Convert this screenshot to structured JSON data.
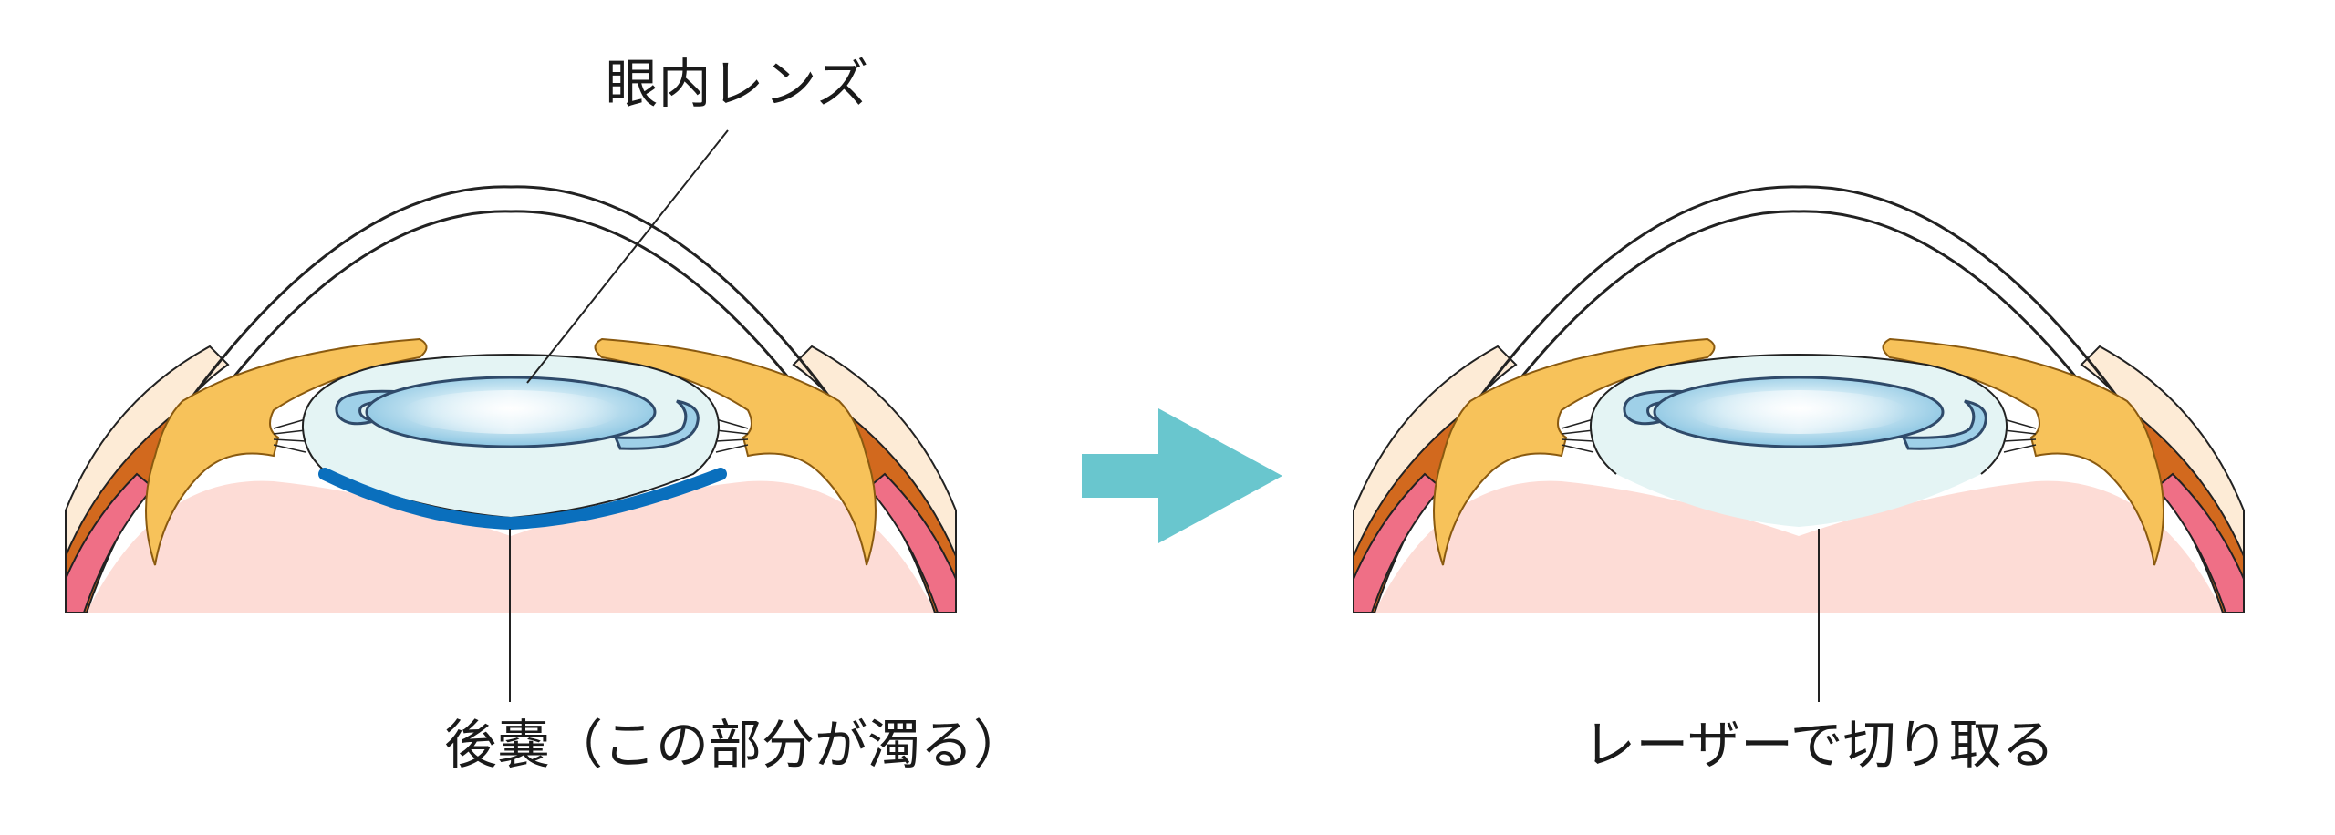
{
  "labels": {
    "intraocular_lens": "眼内レンズ",
    "posterior_capsule": "後嚢（この部分が濁る）",
    "laser_cut": "レーザーで切り取る"
  },
  "colors": {
    "cornea_stroke": "#222222",
    "sclera_outer": "#fdebd6",
    "iris_ciliary": "#f7c25a",
    "iris_stroke": "#c98a1a",
    "choroid_dark": "#d2691e",
    "choroid_brown": "#b85a14",
    "retina_pink": "#ef6f86",
    "vitreous": "#fddcd6",
    "capsule_fill": "#e4f4f4",
    "lens_blue": "#9fd0e8",
    "lens_stroke": "#2f4a6a",
    "opaque_capsule": "#0a6fbd",
    "arrow": "#69c6ce"
  }
}
